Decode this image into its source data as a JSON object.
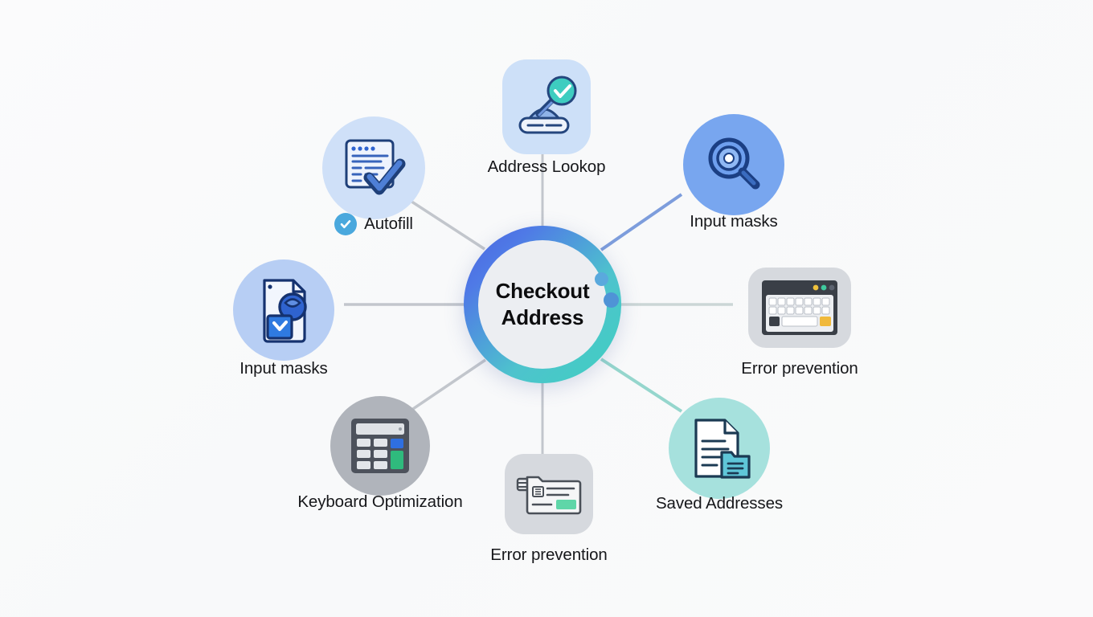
{
  "diagram": {
    "background_color": "#fafafb",
    "center": {
      "title_line1": "Checkout",
      "title_line2": "Address",
      "ring_gradient_from": "#4a63e0",
      "ring_gradient_to": "#3fd0c0",
      "inner_fill": "#eceef2"
    },
    "nodes": [
      {
        "id": "address-lookup",
        "label": "Address Lookop",
        "icon": "stamp-check-icon",
        "shape": "rounded-square",
        "shape_color": "#cde0f8",
        "position": "top"
      },
      {
        "id": "autofill",
        "label": "Autofill",
        "icon": "form-checkmark-icon",
        "badge_icon": "verified-check-badge-icon",
        "badge_color": "#4aa8dd",
        "shape": "circle",
        "shape_color": "#cfe0f8",
        "position": "top-left"
      },
      {
        "id": "input-masks-top-right",
        "label": "Input masks",
        "icon": "magnifier-icon",
        "shape": "circle",
        "shape_color": "#78a6ef",
        "position": "top-right"
      },
      {
        "id": "error-prevention-right",
        "label": "Error prevention",
        "icon": "keyboard-icon",
        "shape": "rounded-square",
        "shape_color": "#d6d9de",
        "position": "right"
      },
      {
        "id": "saved-addresses",
        "label": "Saved Addresses",
        "icon": "document-folder-icon",
        "shape": "circle",
        "shape_color": "#a6e1dd",
        "position": "bottom-right"
      },
      {
        "id": "error-prevention-bottom",
        "label": "Error prevention",
        "icon": "card-form-icon",
        "shape": "rounded-square",
        "shape_color": "#d6d9de",
        "position": "bottom"
      },
      {
        "id": "keyboard-optimization",
        "label": "Keyboard Optimization",
        "icon": "calculator-keypad-icon",
        "shape": "circle",
        "shape_color": "#b0b4bb",
        "position": "bottom-left"
      },
      {
        "id": "input-masks-left",
        "label": "Input masks",
        "icon": "document-mask-icon",
        "shape": "circle",
        "shape_color": "#b7cef4",
        "position": "left"
      }
    ],
    "connectors": [
      {
        "id": "to-address-lookup",
        "color": "#c2c6cc"
      },
      {
        "id": "to-autofill",
        "color": "#c2c6cc"
      },
      {
        "id": "to-input-masks-top-right",
        "color": "#7d9ddc"
      },
      {
        "id": "to-error-prevention-right",
        "color": "#cbd6d6"
      },
      {
        "id": "to-saved-addresses",
        "color": "#95d6cd"
      },
      {
        "id": "to-error-prevention-bottom",
        "color": "#c2c6cc"
      },
      {
        "id": "to-keyboard-optimization",
        "color": "#c2c6cc"
      },
      {
        "id": "to-input-masks-left",
        "color": "#c2c6cc"
      }
    ]
  }
}
